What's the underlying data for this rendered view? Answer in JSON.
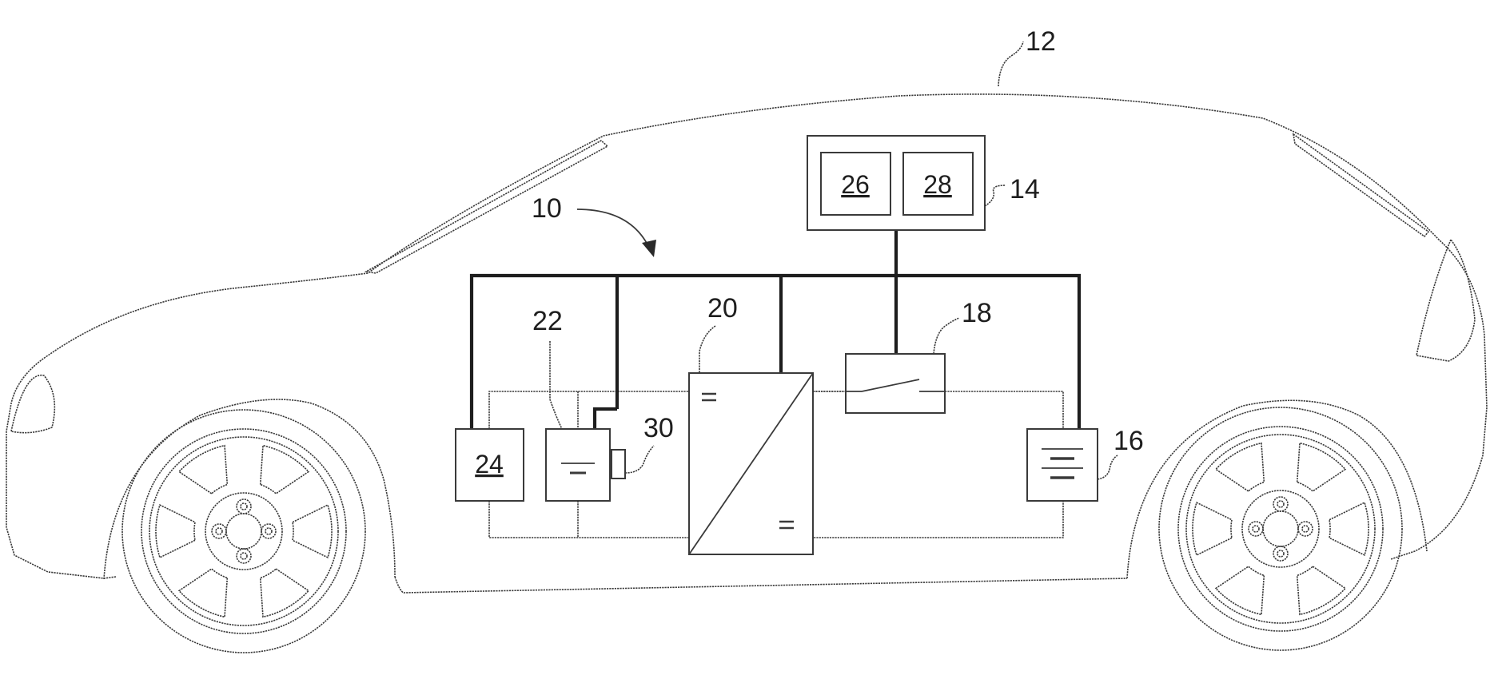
{
  "labels": {
    "vehicle": "12",
    "system": "10",
    "controller": "14",
    "controller_sub_a": "26",
    "controller_sub_b": "28",
    "high_voltage_battery": "16",
    "switch": "18",
    "converter": "20",
    "low_voltage_battery": "22",
    "load": "24",
    "sensor": "30"
  }
}
